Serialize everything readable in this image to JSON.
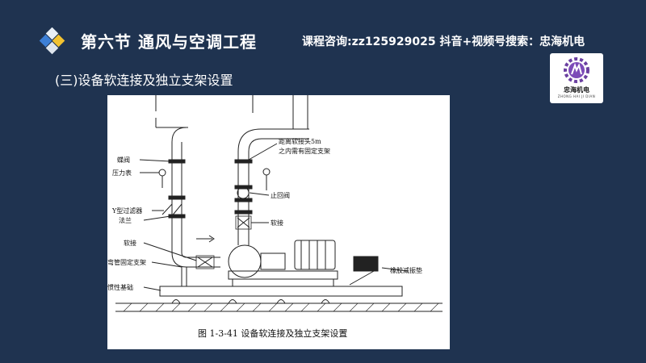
{
  "header": {
    "title": "第六节 通风与空调工程",
    "contact": "课程咨询:zz125929025   抖音+视频号搜索：忠海机电"
  },
  "section": {
    "subtitle": "(三)设备软连接及独立支架设置"
  },
  "brand": {
    "name": "忠海机电",
    "pinyin": "ZHONG HAI JI DIAN"
  },
  "figure": {
    "labels": {
      "valve": "蝶阀",
      "gauge": "压力表",
      "strainer": "Y型过滤器",
      "flange": "法兰",
      "soft_joint_left": "软接",
      "elbow_support": "弯管固定支架",
      "base": "惯性基础",
      "note_line1": "距离软接头5m",
      "note_line2": "之内需有固定支架",
      "check_valve": "止回阀",
      "soft_joint_right": "软接",
      "rubber_pad": "橡胶减振垫"
    },
    "caption": "图 1-3-41    设备软连接及独立支架设置"
  }
}
